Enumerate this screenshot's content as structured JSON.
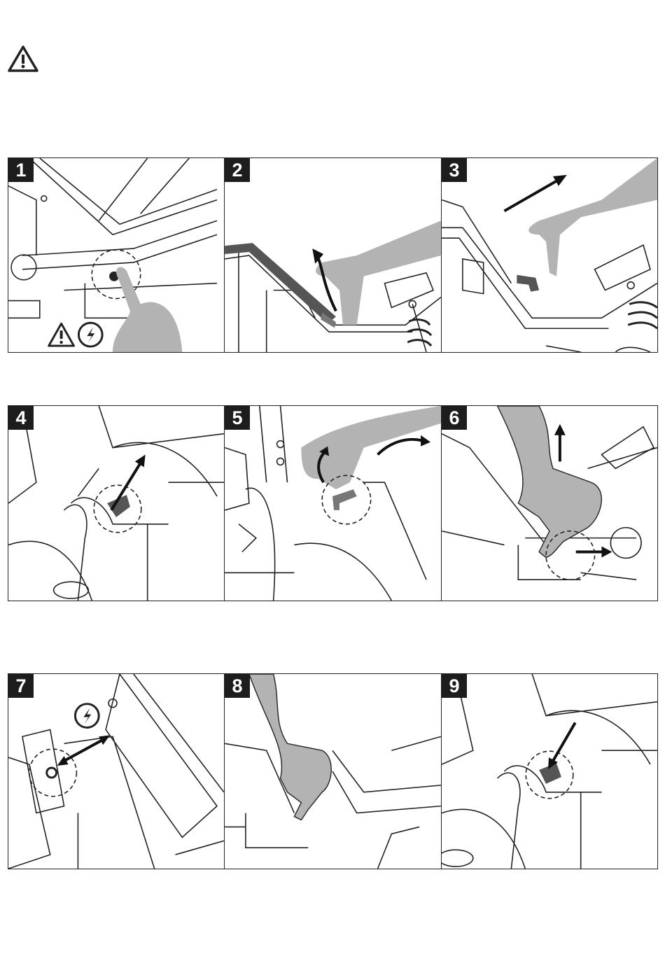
{
  "warning_icon": "warning-triangle-icon",
  "steps": [
    {
      "number": "1",
      "icons": [
        "warning-triangle-icon",
        "power-off-icon"
      ]
    },
    {
      "number": "2"
    },
    {
      "number": "3"
    },
    {
      "number": "4"
    },
    {
      "number": "5"
    },
    {
      "number": "6"
    },
    {
      "number": "7",
      "icons": [
        "power-off-icon"
      ]
    },
    {
      "number": "8"
    },
    {
      "number": "9"
    }
  ],
  "colors": {
    "line": "#222222",
    "shade": "#b3b3b3",
    "badge": "#1d1d1d"
  }
}
